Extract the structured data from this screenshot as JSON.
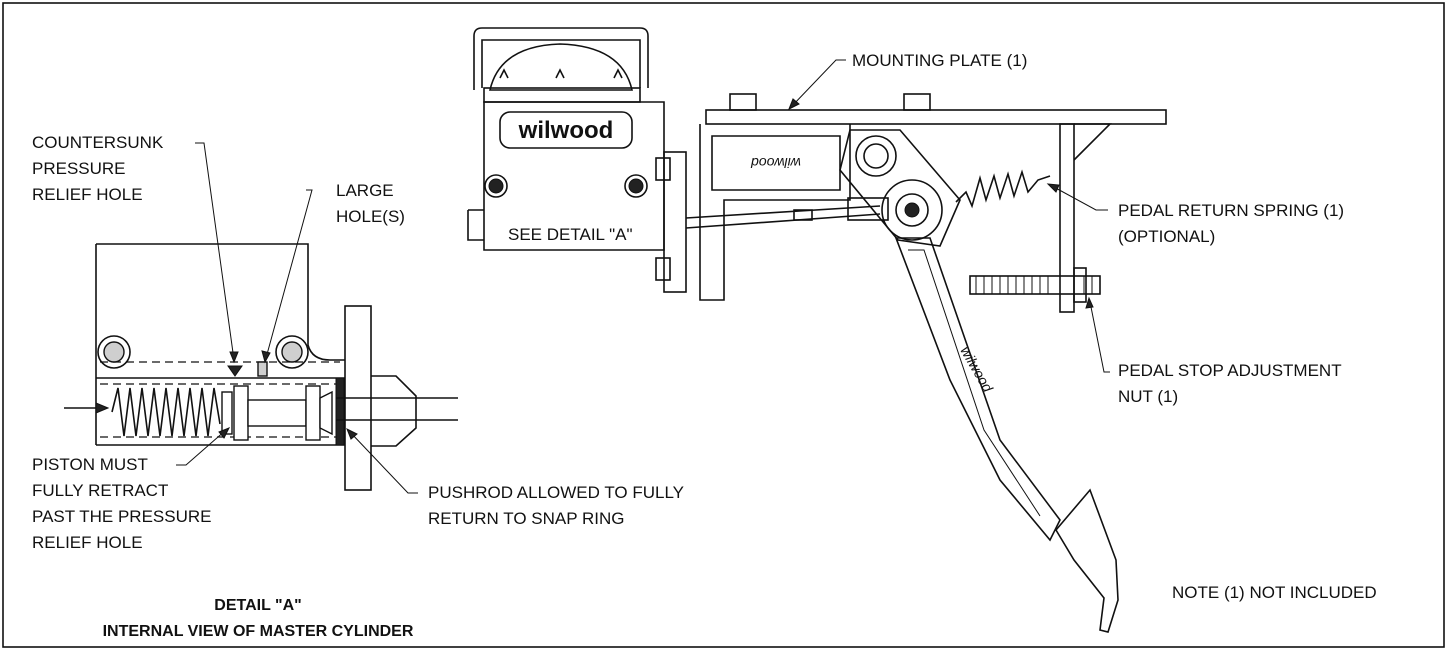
{
  "labels": {
    "countersunk": [
      "COUNTERSUNK",
      "PRESSURE",
      "RELIEF HOLE"
    ],
    "large_holes": [
      "LARGE",
      "HOLE(S)"
    ],
    "see_detail": "SEE DETAIL \"A\"",
    "mounting_plate": "MOUNTING PLATE (1)",
    "return_spring": [
      "PEDAL RETURN SPRING (1)",
      "(OPTIONAL)"
    ],
    "stop_nut": [
      "PEDAL STOP ADJUSTMENT",
      "NUT (1)"
    ],
    "piston_must": [
      "PISTON MUST",
      "FULLY RETRACT",
      "PAST THE PRESSURE",
      "RELIEF HOLE"
    ],
    "pushrod": [
      "PUSHROD ALLOWED TO FULLY",
      "RETURN TO SNAP RING"
    ],
    "note": "NOTE (1) NOT INCLUDED",
    "logo": "wilwood",
    "pedal_logo": "wilwood"
  },
  "titles": {
    "detail_a_line1": "DETAIL \"A\"",
    "detail_a_line2": "INTERNAL VIEW OF MASTER CYLINDER"
  }
}
